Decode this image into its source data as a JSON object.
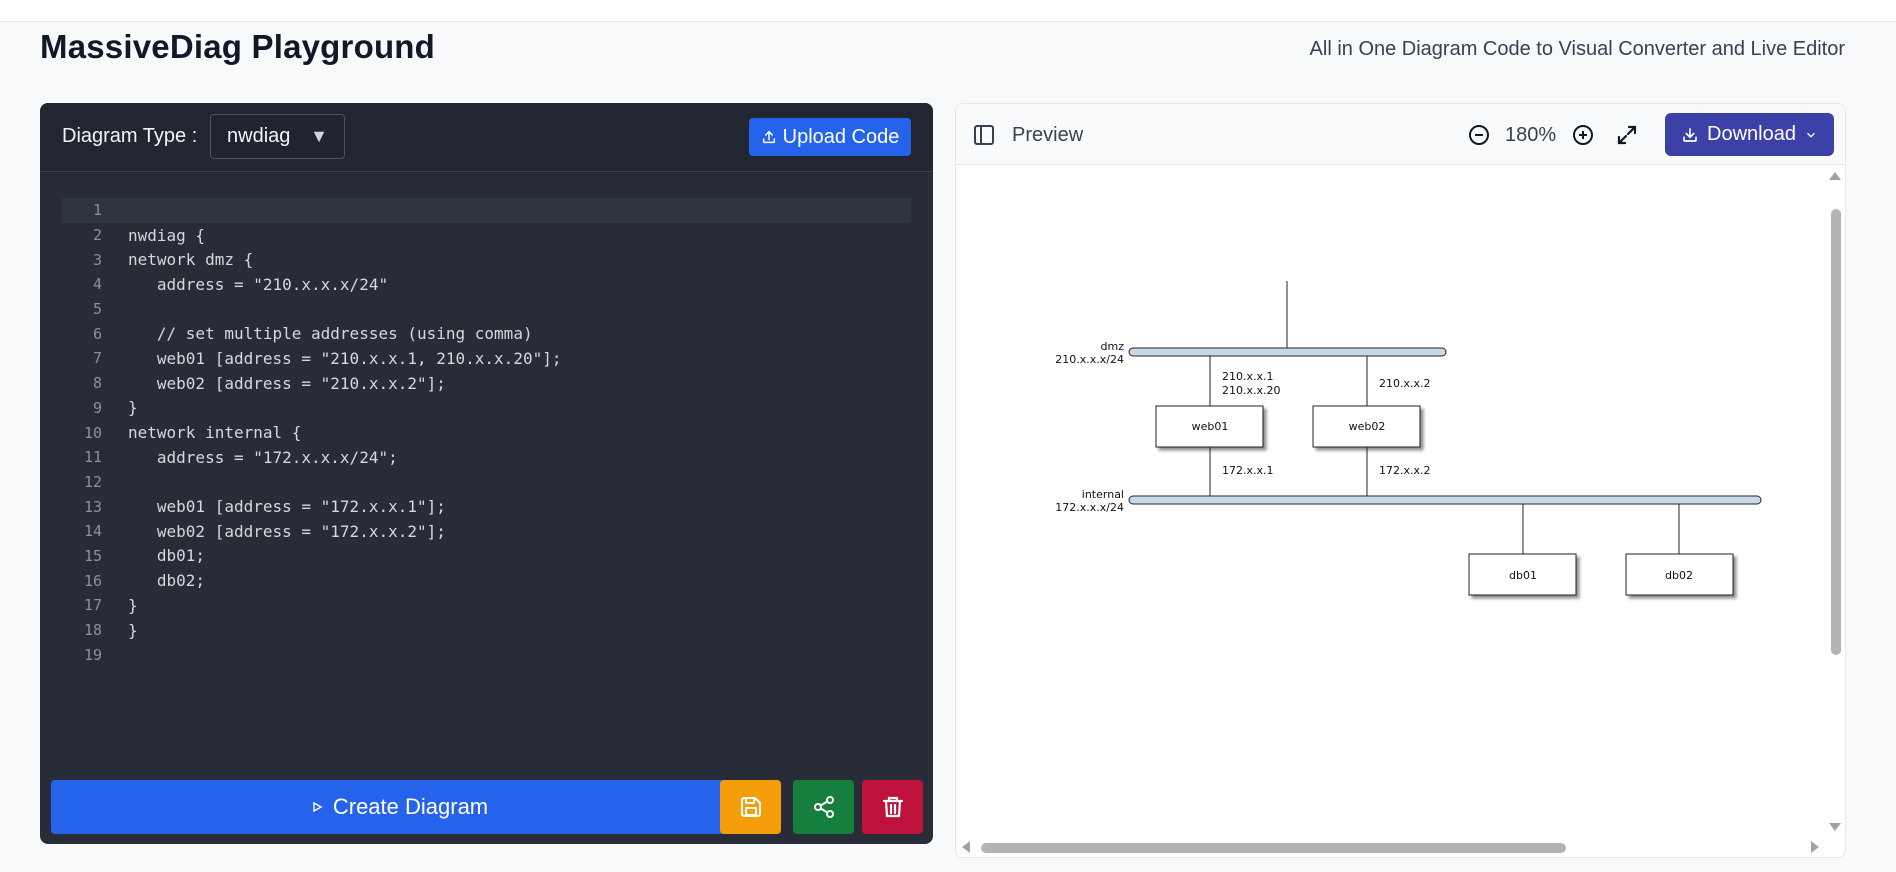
{
  "page": {
    "title": "MassiveDiag Playground",
    "tagline": "All in One Diagram Code to Visual Converter and Live Editor"
  },
  "editor": {
    "diagram_type_label": "Diagram Type :",
    "diagram_type_value": "nwdiag",
    "upload_label": "Upload Code",
    "code_lines": [
      {
        "n": "1",
        "text": ""
      },
      {
        "n": "2",
        "text": "nwdiag {"
      },
      {
        "n": "3",
        "text": "network dmz {"
      },
      {
        "n": "4",
        "text": "   address = \"210.x.x.x/24\""
      },
      {
        "n": "5",
        "text": ""
      },
      {
        "n": "6",
        "text": "   // set multiple addresses (using comma)"
      },
      {
        "n": "7",
        "text": "   web01 [address = \"210.x.x.1, 210.x.x.20\"];"
      },
      {
        "n": "8",
        "text": "   web02 [address = \"210.x.x.2\"];"
      },
      {
        "n": "9",
        "text": "}"
      },
      {
        "n": "10",
        "text": "network internal {"
      },
      {
        "n": "11",
        "text": "   address = \"172.x.x.x/24\";"
      },
      {
        "n": "12",
        "text": ""
      },
      {
        "n": "13",
        "text": "   web01 [address = \"172.x.x.1\"];"
      },
      {
        "n": "14",
        "text": "   web02 [address = \"172.x.x.2\"];"
      },
      {
        "n": "15",
        "text": "   db01;"
      },
      {
        "n": "16",
        "text": "   db02;"
      },
      {
        "n": "17",
        "text": "}"
      },
      {
        "n": "18",
        "text": "}"
      },
      {
        "n": "19",
        "text": ""
      }
    ],
    "create_label": "Create Diagram"
  },
  "preview": {
    "label": "Preview",
    "zoom": "180%",
    "download_label": "Download"
  },
  "diagram": {
    "dmz_name": "dmz",
    "dmz_address": "210.x.x.x/24",
    "internal_name": "internal",
    "internal_address": "172.x.x.x/24",
    "web01_label": "web01",
    "web02_label": "web02",
    "db01_label": "db01",
    "db02_label": "db02",
    "web01_dmz_addr_1": "210.x.x.1",
    "web01_dmz_addr_2": "210.x.x.20",
    "web02_dmz_addr": "210.x.x.2",
    "web01_internal_addr": "172.x.x.1",
    "web02_internal_addr": "172.x.x.2"
  },
  "colors": {
    "editor_bg": "#282c37",
    "primary": "#2563eb",
    "save": "#f59e0b",
    "share": "#15803d",
    "delete": "#be123c",
    "download": "#3b41a6",
    "network_bar": "#c8d8ea"
  },
  "icons": {
    "upload": "upload-icon",
    "play": "play-icon",
    "save": "save-icon",
    "share": "share-icon",
    "delete": "trash-icon",
    "sidebar": "sidebar-toggle-icon",
    "zoom_out": "zoom-out-icon",
    "zoom_in": "zoom-in-icon",
    "fullscreen": "expand-icon",
    "download": "download-icon",
    "chevron": "chevron-down-icon"
  }
}
